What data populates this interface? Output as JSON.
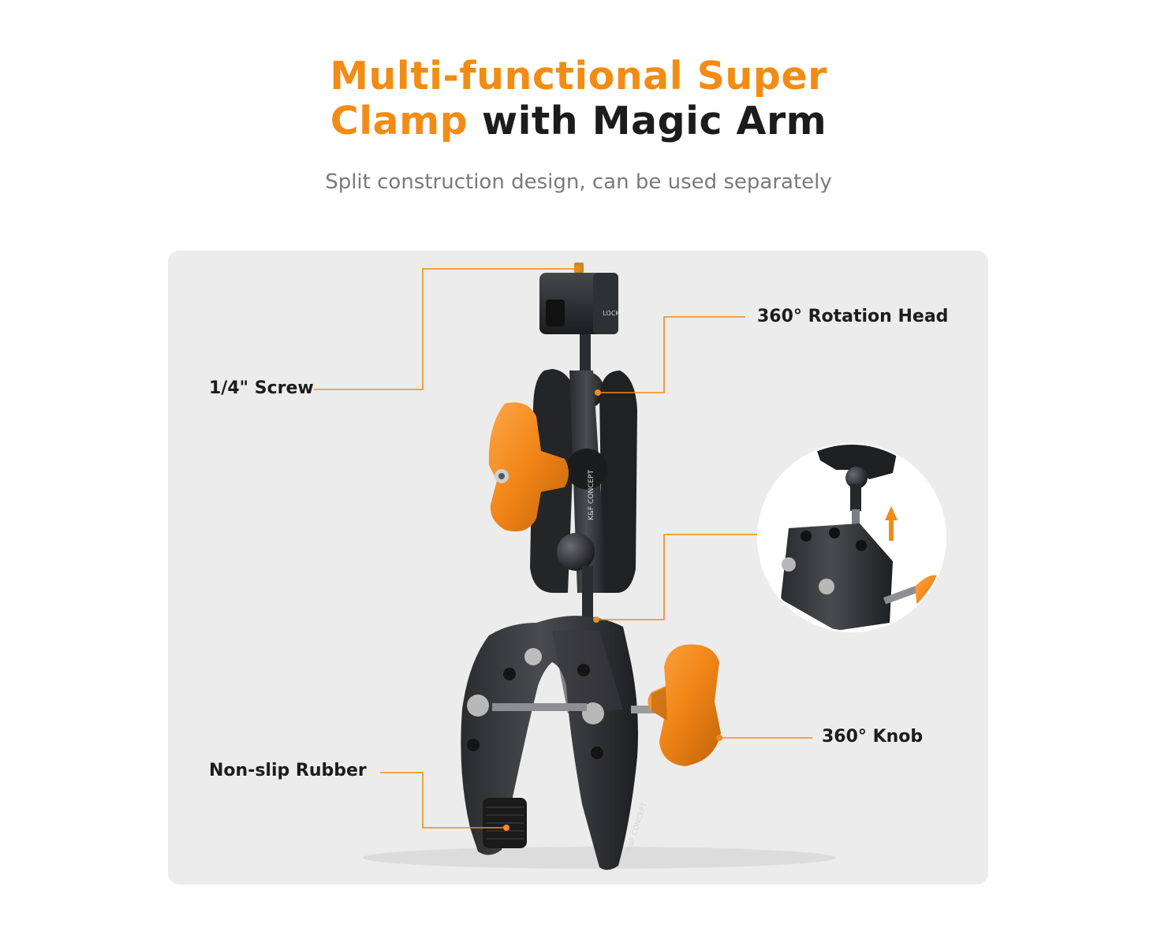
{
  "header": {
    "title_line1": "Multi-functional Super",
    "title_line2_accent": "Clamp",
    "title_line2_rest": " with Magic Arm",
    "subtitle": "Split construction design, can be used separately"
  },
  "callouts": {
    "screw": "1/4\" Screw",
    "rotation_head": "360° Rotation Head",
    "knob": "360° Knob",
    "rubber": "Non-slip Rubber"
  },
  "product": {
    "brand_mark": "K&F CONCEPT",
    "lock_mark": "LOCK"
  },
  "colors": {
    "accent": "#f28c14",
    "text": "#1c1c1c",
    "subtitle": "#7a7a7a",
    "panel": "#ececec"
  }
}
